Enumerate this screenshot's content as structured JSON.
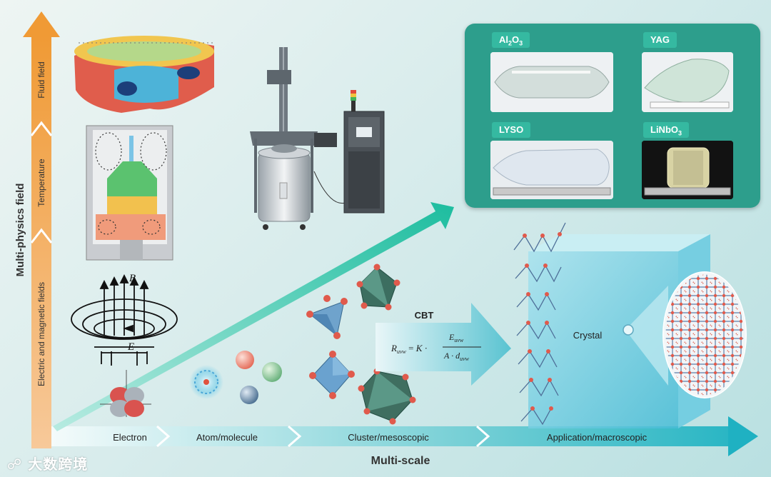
{
  "vertical_axis": {
    "title": "Multi-physics field",
    "segments": [
      "Electric and magnetic fields",
      "Temperature",
      "Fluid field"
    ]
  },
  "horizontal_axis": {
    "title": "Multi-scale",
    "segments": [
      "Electron",
      "Atom/molecule",
      "Cluster/mesoscopic",
      "Application/macroscopic"
    ]
  },
  "field_labels": {
    "magnetic": "B",
    "electric": "E"
  },
  "cbt": {
    "title": "CBT",
    "formula": {
      "lhs": "R",
      "lhs_sub": "uvw",
      "k": "K",
      "numerator": "E",
      "numerator_sub": "uvw",
      "denominator": "A · d",
      "denominator_sub": "uvw"
    }
  },
  "crystal_label": "Crystal",
  "crystals": [
    {
      "name": "Al",
      "sub1": "2",
      "mid": "O",
      "sub2": "3"
    },
    {
      "name": "YAG"
    },
    {
      "name": "LYSO"
    },
    {
      "name": "LiNbO",
      "sub2": "3"
    }
  ],
  "watermark": "大数跨境",
  "colors": {
    "axis_orange": "#f0a142",
    "teal": "#2d9e8c",
    "arrow_teal": "#31c2aa",
    "tag": "#35b9a1"
  }
}
